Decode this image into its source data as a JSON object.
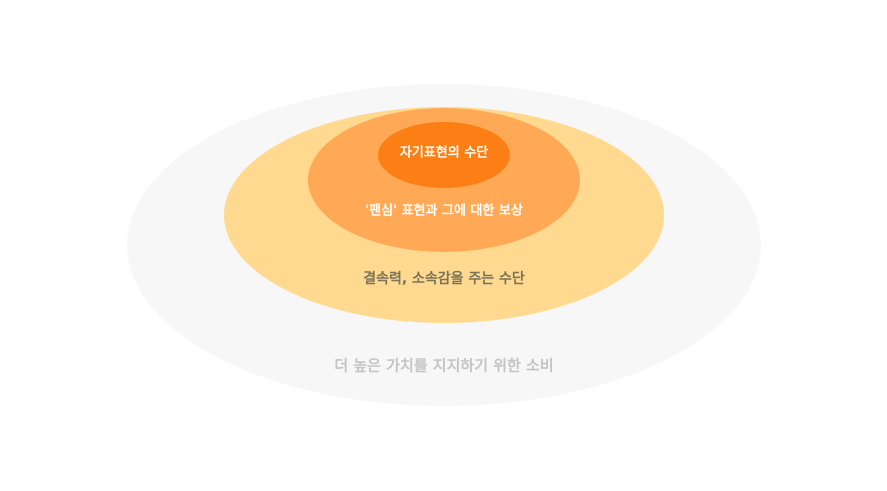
{
  "diagram": {
    "type": "nested-ellipses",
    "layers": [
      {
        "label": "더 높은 가치를 지지하기 위한 소비",
        "fill": "#f7f7f7",
        "text_color": "#c4c4c4"
      },
      {
        "label": "결속력, 소속감을 주는 수단",
        "fill": "#ffd98f",
        "text_color": "#7b7356"
      },
      {
        "label": "'팬심' 표현과 그에 대한 보상",
        "fill": "#ffa956",
        "text_color": "#ffffff"
      },
      {
        "label": "자기표현의 수단",
        "fill": "#fb7f14",
        "text_color": "#ffffff"
      }
    ]
  }
}
